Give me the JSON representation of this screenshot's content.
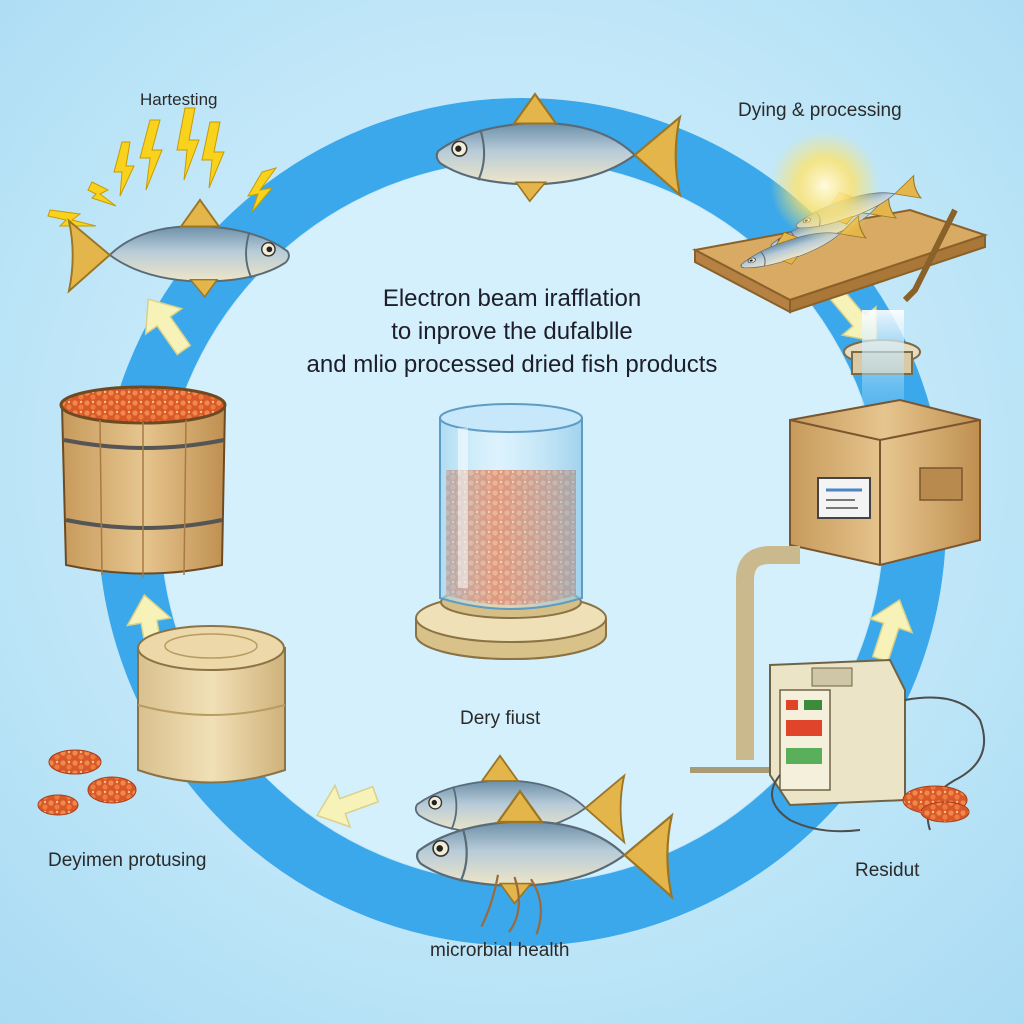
{
  "title": {
    "line1": "Electron beam irafflation",
    "line2": "to inprove the dufalblle",
    "line3": "and mlio processed dried fish products"
  },
  "labels": {
    "harvesting": "Hartesting",
    "drying": "Dying & processing",
    "center": "Dery fiust",
    "residue": "Residut",
    "microbial": "microrbial health",
    "deyimen": "Deyimen protusing"
  },
  "colors": {
    "ring": "#3aa8ea",
    "inner": "#d4f0fc",
    "arrow": "#f7f3b8",
    "fish": "#9fb7c9",
    "fin": "#e3b54a",
    "wood": "#d9b77a",
    "roe": "#e0642c"
  }
}
